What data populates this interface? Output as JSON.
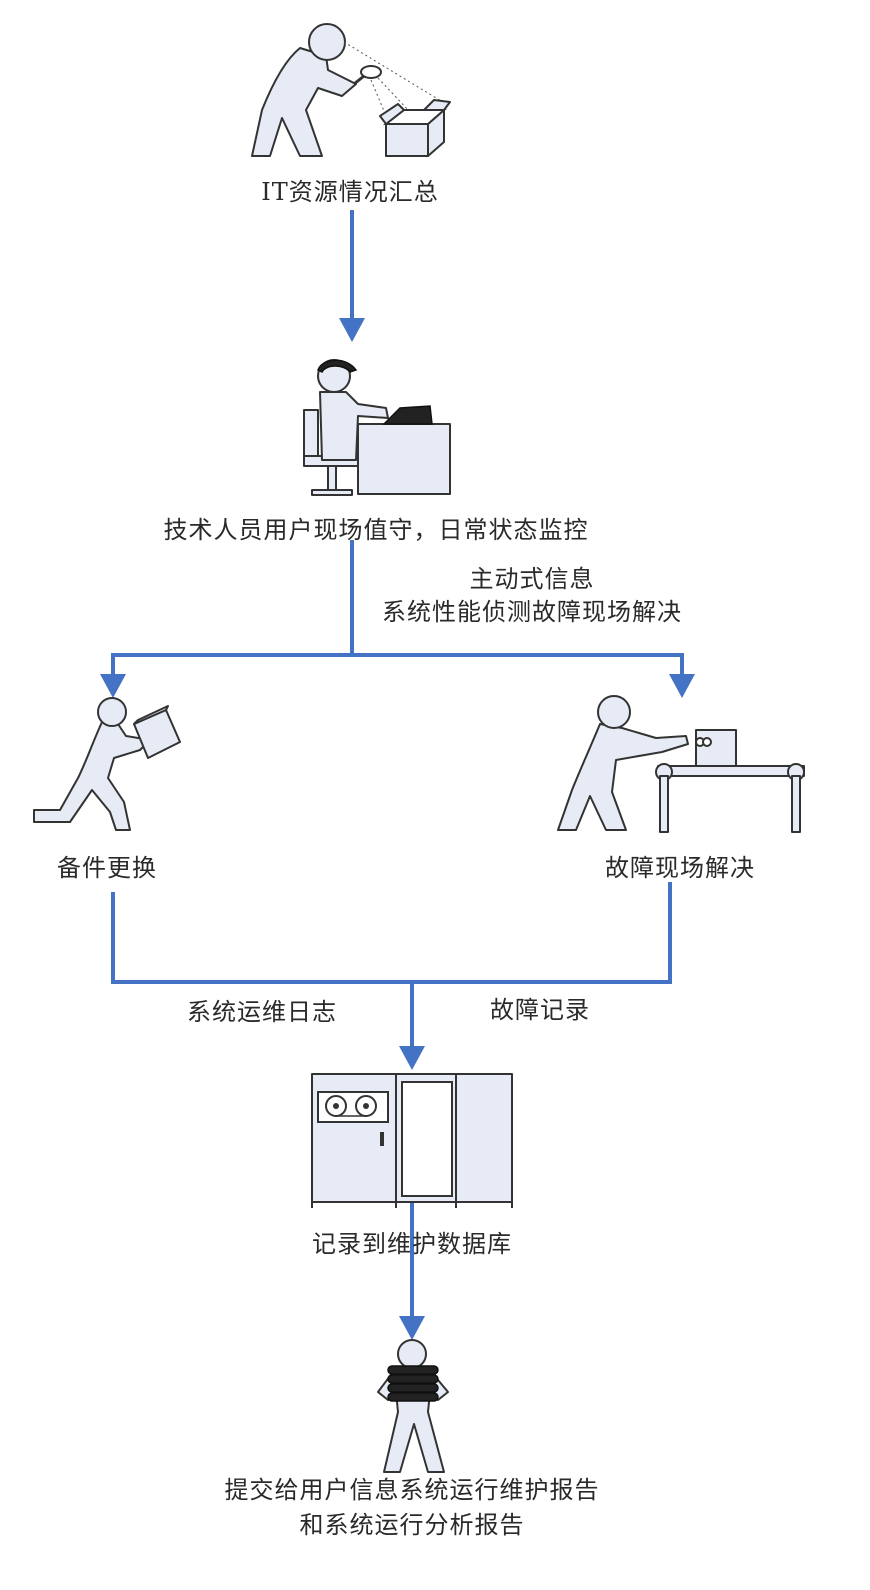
{
  "nodes": {
    "it_summary": "IT资源情况汇总",
    "onsite_monitor": "技术人员用户现场值守，日常状态监控",
    "proactive_line1": "主动式信息",
    "proactive_line2": "系统性能侦测故障现场解决",
    "spare_replace": "备件更换",
    "fault_onsite": "故障现场解决",
    "ops_log": "系统运维日志",
    "fault_record": "故障记录",
    "record_db": "记录到维护数据库",
    "report_line1": "提交给用户信息系统运行维护报告",
    "report_line2": "和系统运行分析报告"
  },
  "colors": {
    "flow": "#4472c4",
    "figure_fill": "#e6ebf6",
    "outline": "#333333"
  },
  "icons": [
    "inspector-icon",
    "technician-desk-icon",
    "courier-icon",
    "conveyor-worker-icon",
    "server-cabinet-icon",
    "person-holding-reports-icon"
  ]
}
